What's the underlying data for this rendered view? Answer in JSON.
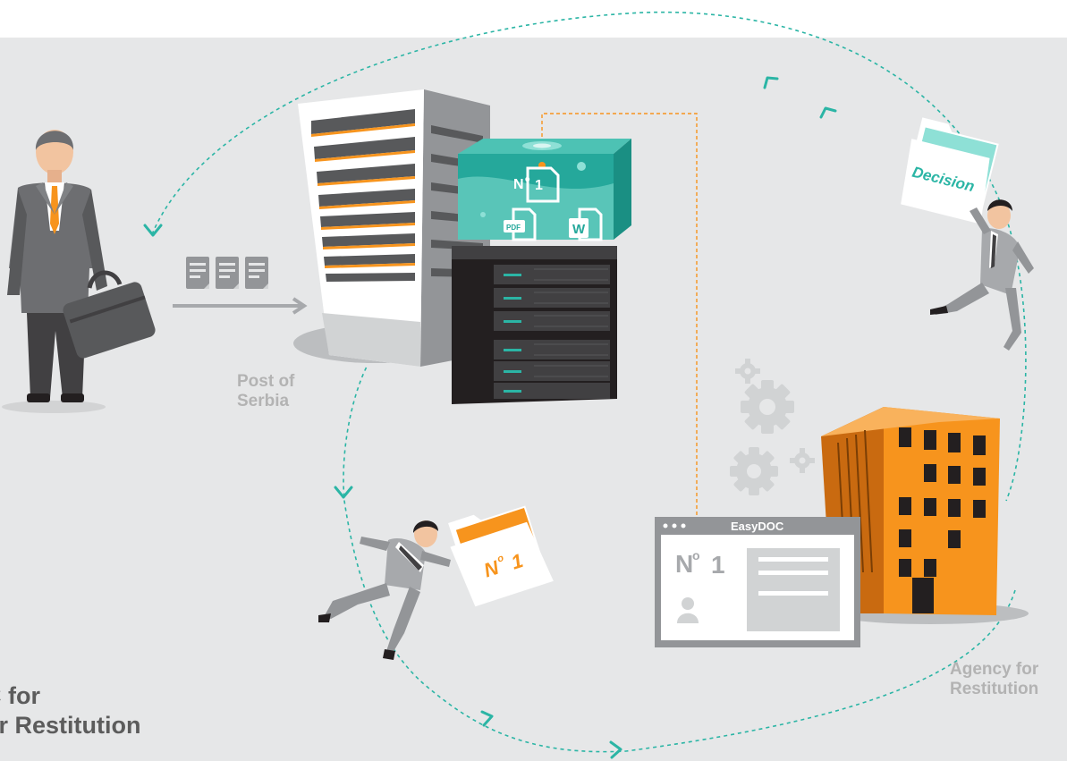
{
  "post_label": [
    "Post of",
    "Serbia"
  ],
  "agency_label": [
    "Agency for",
    "Restitution"
  ],
  "title_lines": [
    "C for",
    "or Restitution"
  ],
  "easydoc_window_title": "EasyDOC",
  "number_label": "1",
  "number_prefix": "N",
  "number_sup": "o",
  "folder_decision_text": "Decision",
  "file_icon_pdf": "PDF",
  "file_icon_word": "W",
  "colors": {
    "background": "#e6e7e8",
    "teal_accent": "#2bb5a5",
    "orange_accent": "#f7941d",
    "label_gray": "#b3b3b3",
    "title_gray": "#5c5c5c"
  },
  "icons": [
    "person-icon",
    "briefcase-icon",
    "document-icon",
    "building-icon",
    "server-icon",
    "database-box-icon",
    "pdf-file-icon",
    "word-file-icon",
    "gear-icon",
    "folder-icon",
    "running-man-icon",
    "user-icon"
  ]
}
